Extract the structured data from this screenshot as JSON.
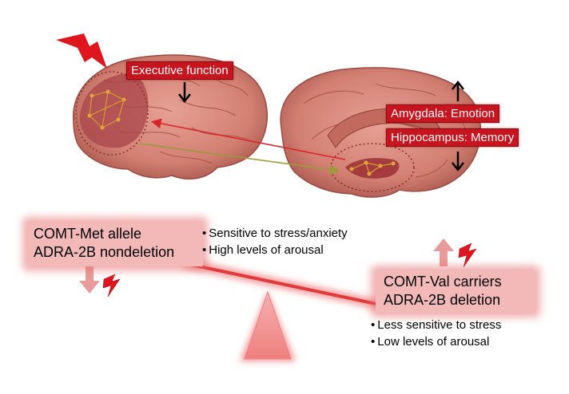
{
  "brain_labels": {
    "executive": "Executive function",
    "amygdala": "Amygdala: Emotion",
    "hippocampus": "Hippocampus: Memory"
  },
  "left_group": {
    "line1": "COMT-Met allele",
    "line2": "ADRA-2B nondeletion",
    "bullets": [
      "Sensitive to stress/anxiety",
      "High levels of arousal"
    ]
  },
  "right_group": {
    "line1": "COMT-Val carriers",
    "line2": "ADRA-2B deletion",
    "bullets": [
      "Less sensitive to stress",
      "Low levels of arousal"
    ]
  },
  "colors": {
    "label_red": "#c8141e",
    "box_pink": "#f3b9b9",
    "brain": "#d9877b",
    "bolt": "#e0161e",
    "arrow_pink": "#e99a9a"
  },
  "icons": [
    "lightning-bolt-icon",
    "arrow-down-icon",
    "arrow-up-icon",
    "double-arrow-icon"
  ]
}
